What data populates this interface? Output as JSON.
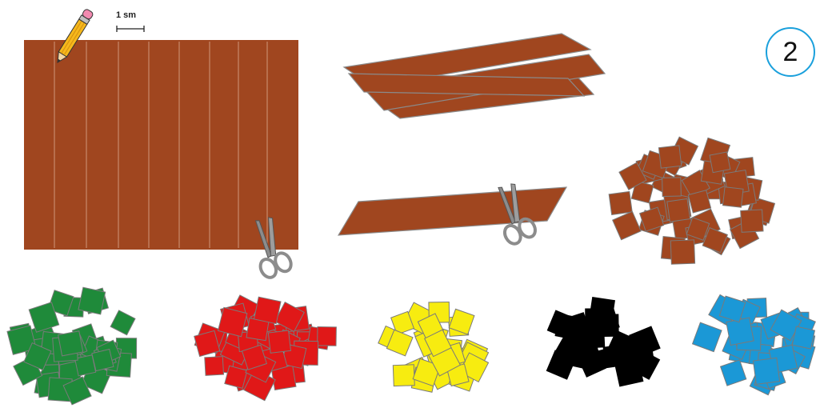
{
  "step_number": "2",
  "scale_label": "1 sm",
  "colors": {
    "brown": "#a0461f",
    "green": "#1f8a3a",
    "red": "#e01818",
    "yellow": "#f7ec10",
    "black": "#000000",
    "blue": "#1b98d6",
    "outline": "#7a7a7a",
    "badge_border": "#1aa0dc"
  },
  "icons": [
    "pencil-icon",
    "scissors-icon"
  ],
  "piles": [
    {
      "name": "brown-square-pile",
      "color": "brown"
    },
    {
      "name": "green-square-pile",
      "color": "green"
    },
    {
      "name": "red-square-pile",
      "color": "red"
    },
    {
      "name": "yellow-square-pile",
      "color": "yellow"
    },
    {
      "name": "black-square-pile",
      "color": "black"
    },
    {
      "name": "blue-square-pile",
      "color": "blue"
    }
  ]
}
